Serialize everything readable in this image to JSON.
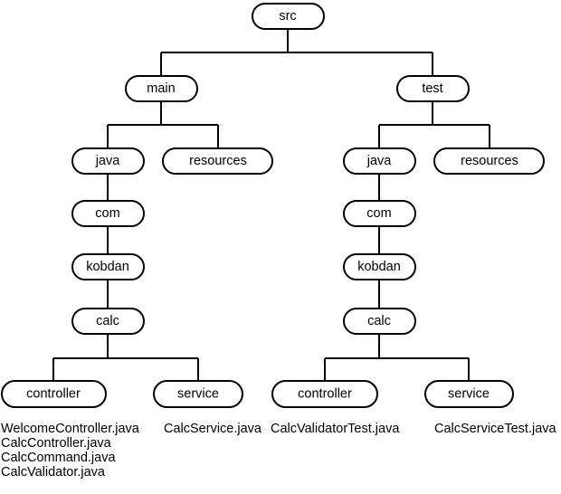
{
  "diagram": {
    "nodes": {
      "src": "src",
      "main": "main",
      "test": "test",
      "main_java": "java",
      "main_resources": "resources",
      "test_java": "java",
      "test_resources": "resources",
      "main_com": "com",
      "test_com": "com",
      "main_kobdan": "kobdan",
      "test_kobdan": "kobdan",
      "main_calc": "calc",
      "test_calc": "calc",
      "main_controller": "controller",
      "main_service": "service",
      "test_controller": "controller",
      "test_service": "service"
    },
    "files": {
      "main_controller": [
        "WelcomeController.java",
        "CalcController.java",
        "CalcCommand.java",
        "CalcValidator.java"
      ],
      "main_service": [
        "CalcService.java"
      ],
      "test_controller": [
        "CalcValidatorTest.java"
      ],
      "test_service": [
        "CalcServiceTest.java"
      ]
    }
  }
}
